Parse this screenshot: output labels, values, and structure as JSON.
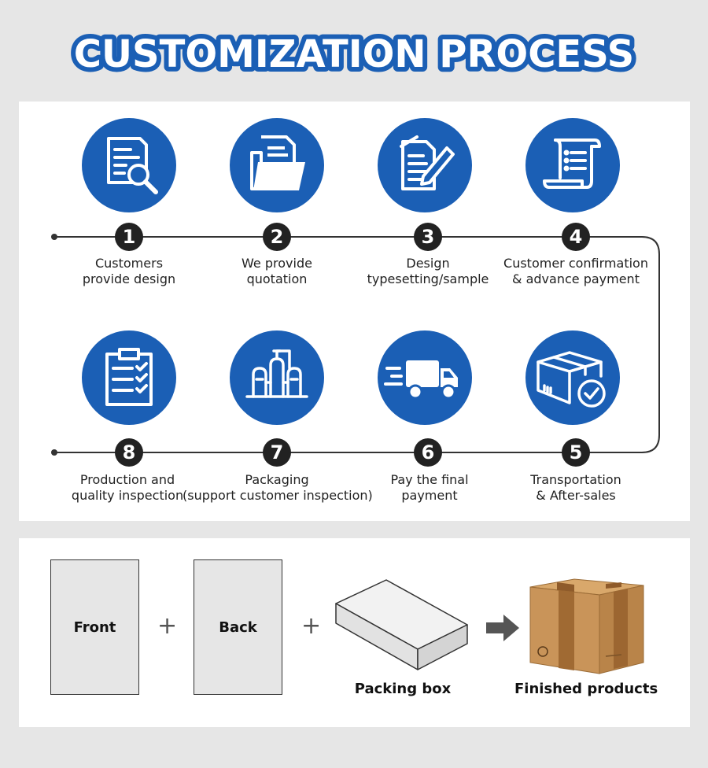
{
  "title": "CUSTOMIZATION PROCESS",
  "colors": {
    "brand_blue": "#1b5fb5",
    "title_outline": "#1b5fb5",
    "line": "#333333",
    "badge": "#222222"
  },
  "steps": [
    {
      "number": "1",
      "line1": "Customers",
      "line2": "provide design",
      "icon": "document-search-icon"
    },
    {
      "number": "2",
      "line1": "We provide",
      "line2": "quotation",
      "icon": "folder-documents-icon"
    },
    {
      "number": "3",
      "line1": "Design",
      "line2": "typesetting/sample",
      "icon": "document-pen-icon"
    },
    {
      "number": "4",
      "line1": "Customer confirmation",
      "line2": "& advance payment",
      "icon": "scroll-list-icon"
    },
    {
      "number": "5",
      "line1": "Transportation",
      "line2": "& After-sales",
      "icon": "box-check-icon"
    },
    {
      "number": "6",
      "line1": "Pay the final",
      "line2": "payment",
      "icon": "delivery-truck-icon"
    },
    {
      "number": "7",
      "line1": "Packaging",
      "line2": "(support customer inspection)",
      "icon": "factory-icon"
    },
    {
      "number": "8",
      "line1": "Production and",
      "line2": "quality inspection",
      "icon": "clipboard-checklist-icon"
    }
  ],
  "assembly": {
    "front_label": "Front",
    "back_label": "Back",
    "plus_symbol": "+",
    "packing_box_label": "Packing box",
    "finished_label": "Finished products"
  }
}
